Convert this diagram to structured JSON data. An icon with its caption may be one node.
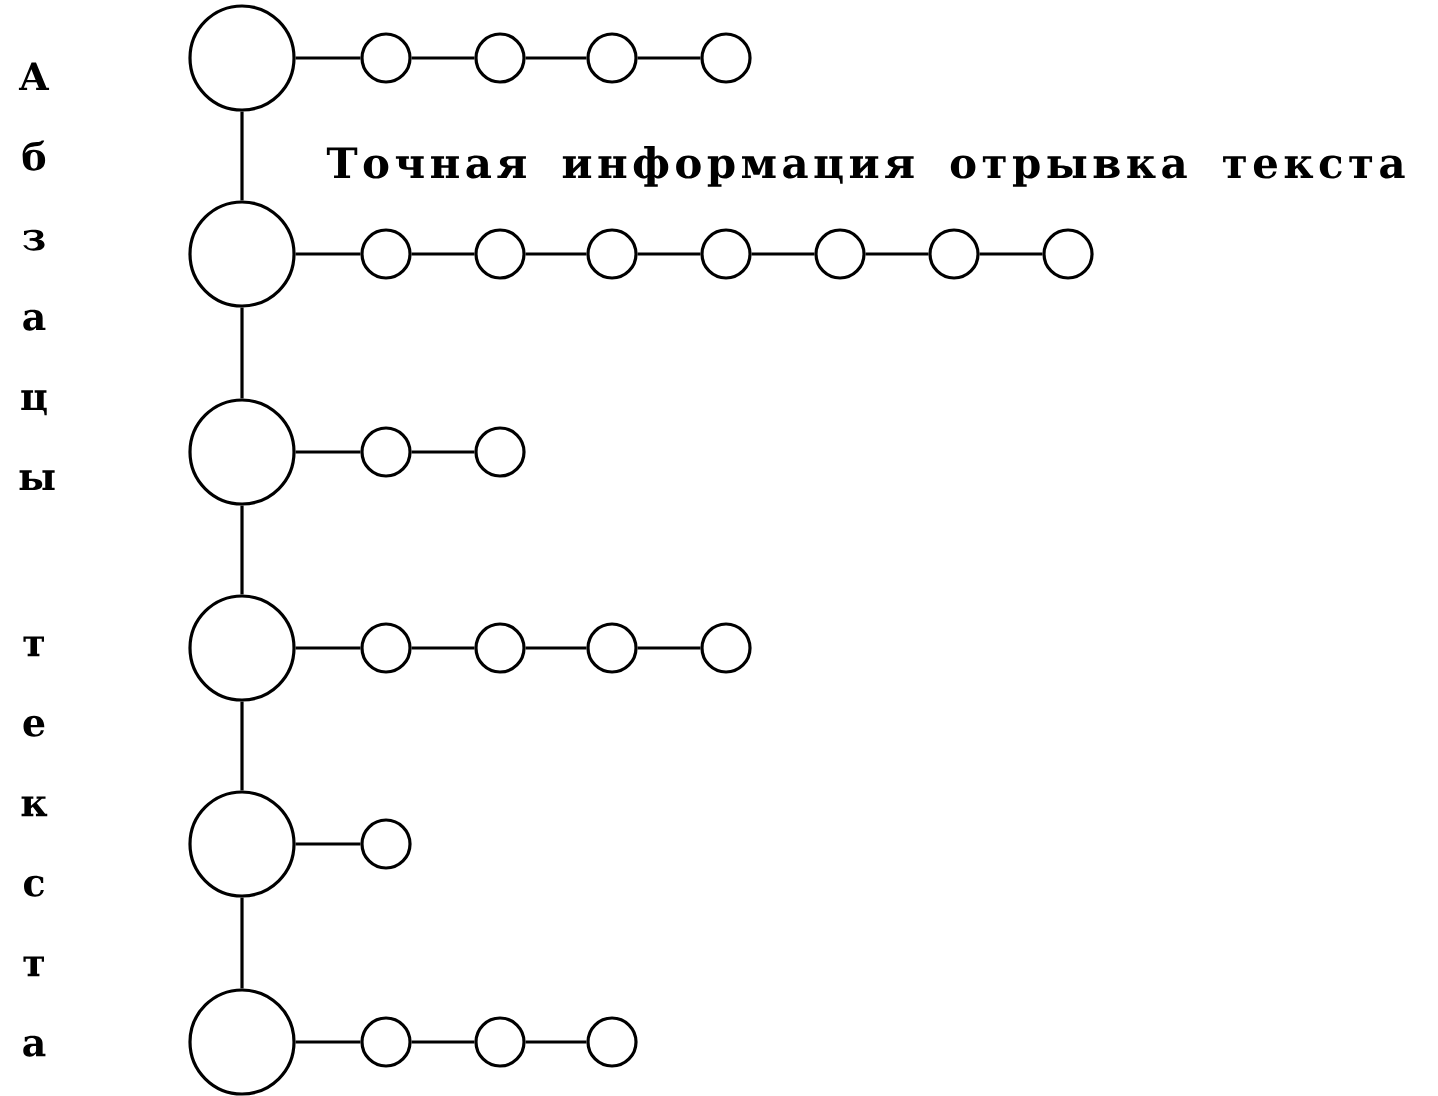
{
  "diagram": {
    "nodes": [
      {
        "text": [],
        "shape": "circle"
      },
      {
        "text": [],
        "shape": "circle"
      },
      {
        "text": [],
        "shape": "circle"
      },
      {
        "text": [],
        "shape": "circle"
      },
      {
        "text": [],
        "shape": "circle"
      },
      {
        "text": [],
        "shape": "circle"
      },
      {
        "text": [],
        "shape": "circle"
      },
      {
        "text": [],
        "shape": "circle"
      },
      {
        "text": [],
        "shape": "circle"
      },
      {
        "text": [],
        "shape": "circle"
      },
      {
        "text": [],
        "shape": "circle"
      },
      {
        "text": [],
        "shape": "circle"
      },
      {
        "text": [],
        "shape": "circle"
      },
      {
        "text": [],
        "shape": "circle"
      },
      {
        "text": [],
        "shape": "circle"
      },
      {
        "text": [],
        "shape": "circle"
      },
      {
        "text": [],
        "shape": "circle"
      },
      {
        "text": [],
        "shape": "circle"
      },
      {
        "text": [],
        "shape": "circle"
      },
      {
        "text": [],
        "shape": "circle"
      },
      {
        "text": [],
        "shape": "circle"
      },
      {
        "text": [],
        "shape": "circle"
      },
      {
        "text": [],
        "shape": "circle"
      },
      {
        "text": [],
        "shape": "circle"
      },
      {
        "text": [],
        "shape": "circle"
      },
      {
        "text": [],
        "shape": "circle"
      },
      {
        "text": [],
        "shape": "circle"
      }
    ],
    "edges": [
      {
        "from": 0,
        "to": 1,
        "arrow": "none"
      },
      {
        "from": 1,
        "to": 2,
        "arrow": "none"
      },
      {
        "from": 2,
        "to": 3,
        "arrow": "none"
      },
      {
        "from": 3,
        "to": 4,
        "arrow": "none"
      },
      {
        "from": 0,
        "to": 5,
        "arrow": "none"
      },
      {
        "from": 5,
        "to": 6,
        "arrow": "none"
      },
      {
        "from": 6,
        "to": 7,
        "arrow": "none"
      },
      {
        "from": 7,
        "to": 8,
        "arrow": "none"
      },
      {
        "from": 8,
        "to": 9,
        "arrow": "none"
      },
      {
        "from": 9,
        "to": 10,
        "arrow": "none"
      },
      {
        "from": 10,
        "to": 11,
        "arrow": "none"
      },
      {
        "from": 11,
        "to": 12,
        "arrow": "none"
      },
      {
        "from": 5,
        "to": 13,
        "arrow": "none"
      },
      {
        "from": 13,
        "to": 14,
        "arrow": "none"
      },
      {
        "from": 14,
        "to": 15,
        "arrow": "none"
      },
      {
        "from": 13,
        "to": 16,
        "arrow": "none"
      },
      {
        "from": 16,
        "to": 17,
        "arrow": "none"
      },
      {
        "from": 17,
        "to": 18,
        "arrow": "none"
      },
      {
        "from": 18,
        "to": 19,
        "arrow": "none"
      },
      {
        "from": 19,
        "to": 20,
        "arrow": "none"
      },
      {
        "from": 16,
        "to": 21,
        "arrow": "none"
      },
      {
        "from": 21,
        "to": 22,
        "arrow": "none"
      },
      {
        "from": 21,
        "to": 23,
        "arrow": "none"
      },
      {
        "from": 23,
        "to": 24,
        "arrow": "none"
      },
      {
        "from": 24,
        "to": 25,
        "arrow": "none"
      },
      {
        "from": 25,
        "to": 26,
        "arrow": "none"
      }
    ],
    "labels": [
      "Абзацы",
      "текста",
      "Точная информация отрывка текста"
    ]
  }
}
